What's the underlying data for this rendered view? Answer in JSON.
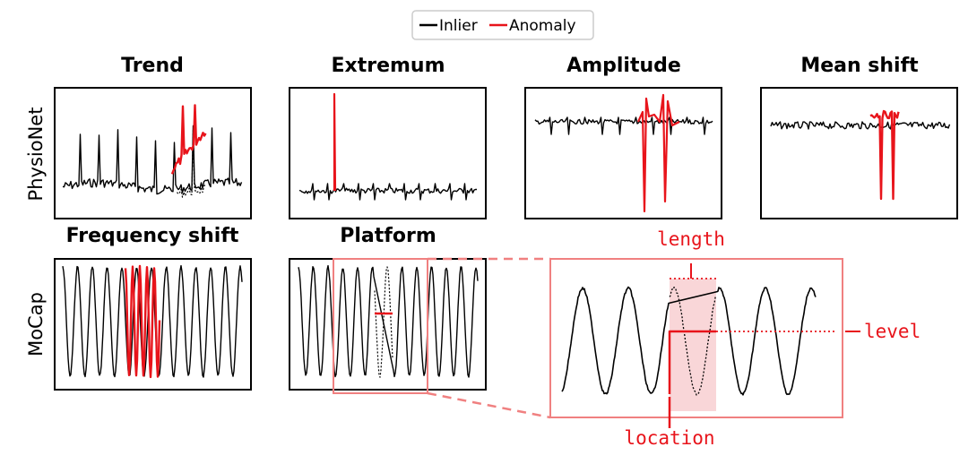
{
  "legend": {
    "items": [
      {
        "label": "Inlier",
        "color": "#000000"
      },
      {
        "label": "Anomaly",
        "color": "#e8141b"
      }
    ]
  },
  "panels": [
    {
      "title": "Trend",
      "row": "PhysioNet"
    },
    {
      "title": "Extremum",
      "row": "PhysioNet"
    },
    {
      "title": "Amplitude",
      "row": "PhysioNet"
    },
    {
      "title": "Mean shift",
      "row": "PhysioNet"
    },
    {
      "title": "Frequency shift",
      "row": "MoCap"
    },
    {
      "title": "Platform",
      "row": "MoCap"
    }
  ],
  "row_labels": [
    "PhysioNet",
    "MoCap"
  ],
  "annotations": {
    "length": "length",
    "level": "level",
    "location": "location"
  },
  "colors": {
    "anomaly": "#e8141b",
    "inlier": "#000000",
    "highlight": "#f9d6d8",
    "zoom_border": "#f08080"
  }
}
